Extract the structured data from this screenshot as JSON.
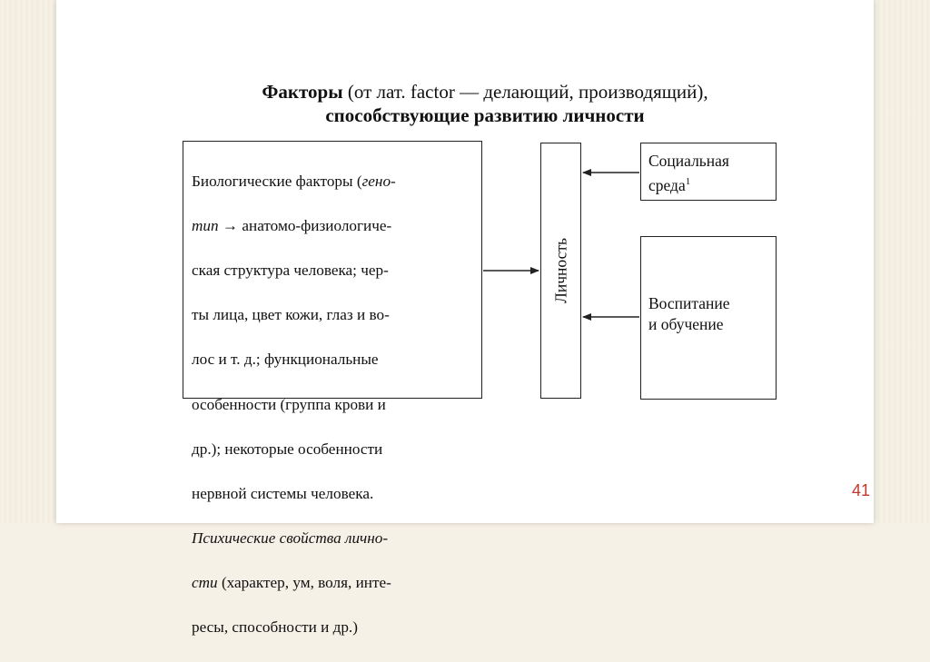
{
  "title": {
    "line1_bold": "Факторы",
    "line1_rest": " (от лат. factor — делающий, производящий),",
    "line2": "способствующие развитию личности"
  },
  "diagram": {
    "biological": {
      "lines": [
        {
          "normal": "Биологические факторы (",
          "italic": "гено-"
        },
        {
          "italic": "тип",
          "normal": "  → анатомо-физиологиче-"
        },
        {
          "normal": "ская структура человека; чер-"
        },
        {
          "normal": "ты лица, цвет кожи, глаз и во-"
        },
        {
          "normal": "лос и т. д.; функциональные"
        },
        {
          "normal": "особенности (группа крови и"
        },
        {
          "normal": "др.); некоторые особенности"
        },
        {
          "normal": "нервной системы человека."
        },
        {
          "italic": "Психические свойства лично-"
        },
        {
          "italic": "сти",
          "normal": " (характер, ум, воля, инте-"
        },
        {
          "normal": "ресы, способности и др.)"
        }
      ]
    },
    "center_label": "Личность",
    "social": {
      "line1": "Социальная",
      "line2": "среда",
      "footnote": "1"
    },
    "education": {
      "line1": "Воспитание",
      "line2": "и обучение"
    }
  },
  "page_number": "41",
  "colors": {
    "page_number": "#c0392b",
    "border": "#222222"
  }
}
